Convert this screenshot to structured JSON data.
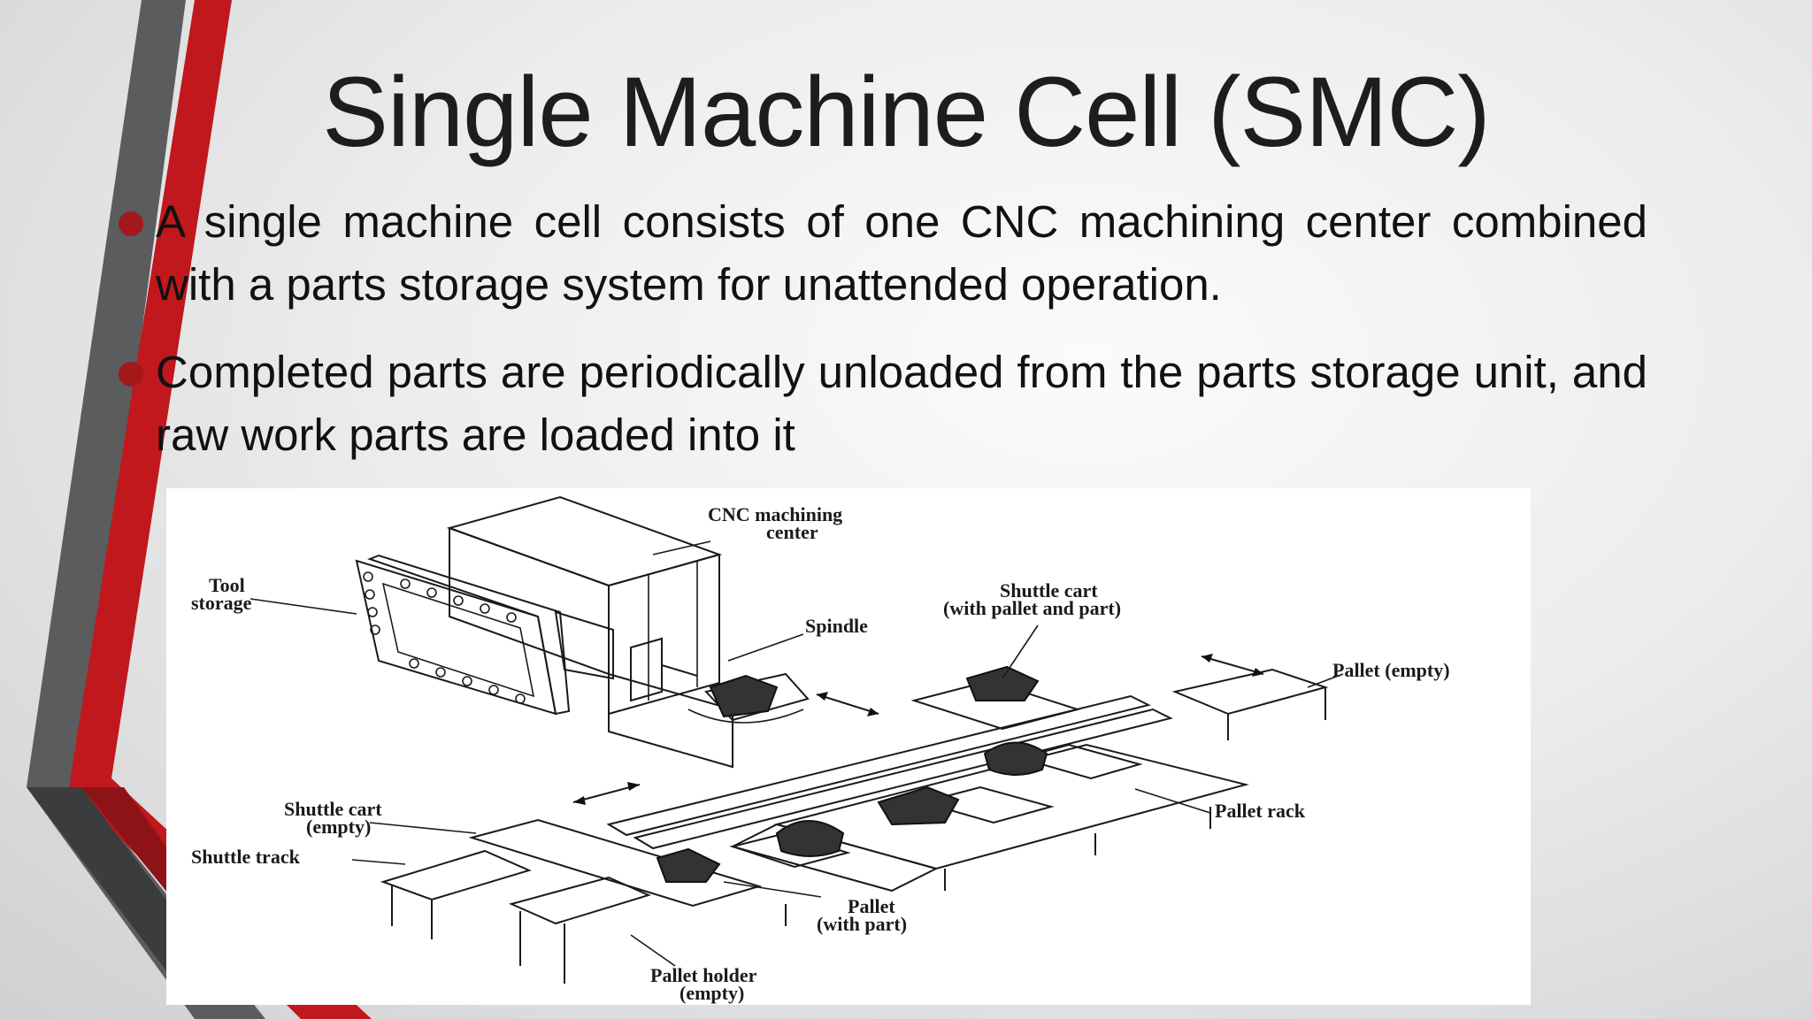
{
  "slide": {
    "title": "Single Machine Cell (SMC)",
    "bullets": [
      "A single machine cell consists of one CNC machining center combined with a parts storage system for unattended operation.",
      "Completed parts are periodically unloaded from the parts storage unit, and raw work parts are loaded into it"
    ]
  },
  "figure": {
    "labels": {
      "cnc_1": "CNC machining",
      "cnc_2": "center",
      "tool_1": "Tool",
      "tool_2": "storage",
      "spindle": "Spindle",
      "cart_full_1": "Shuttle cart",
      "cart_full_2": "(with pallet and part)",
      "pallet_empty": "Pallet (empty)",
      "pallet_rack": "Pallet rack",
      "cart_empty_1": "Shuttle cart",
      "cart_empty_2": "(empty)",
      "shuttle_track": "Shuttle track",
      "pallet_part_1": "Pallet",
      "pallet_part_2": "(with part)",
      "holder_1": "Pallet holder",
      "holder_2": "(empty)"
    }
  },
  "colors": {
    "accent_red": "#a3181b",
    "stripe_gray": "#4a4b4d",
    "text": "#1d1d1f"
  }
}
